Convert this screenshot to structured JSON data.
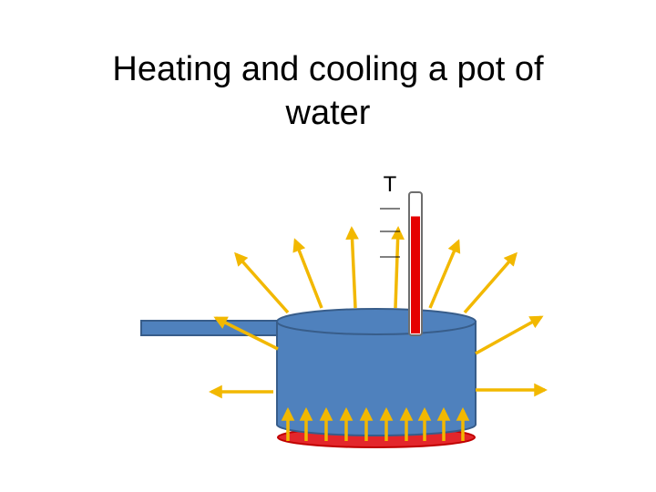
{
  "title": {
    "line1": "Heating and cooling a pot of",
    "line2": "water"
  },
  "thermometer": {
    "label": "T",
    "fill_fraction": 0.84
  },
  "colors": {
    "pot": "#4f81bd",
    "pot_outline": "#385d8a",
    "arrows": "#f2b800",
    "burner": "#e3262b",
    "thermometer_fluid": "#e50000"
  }
}
